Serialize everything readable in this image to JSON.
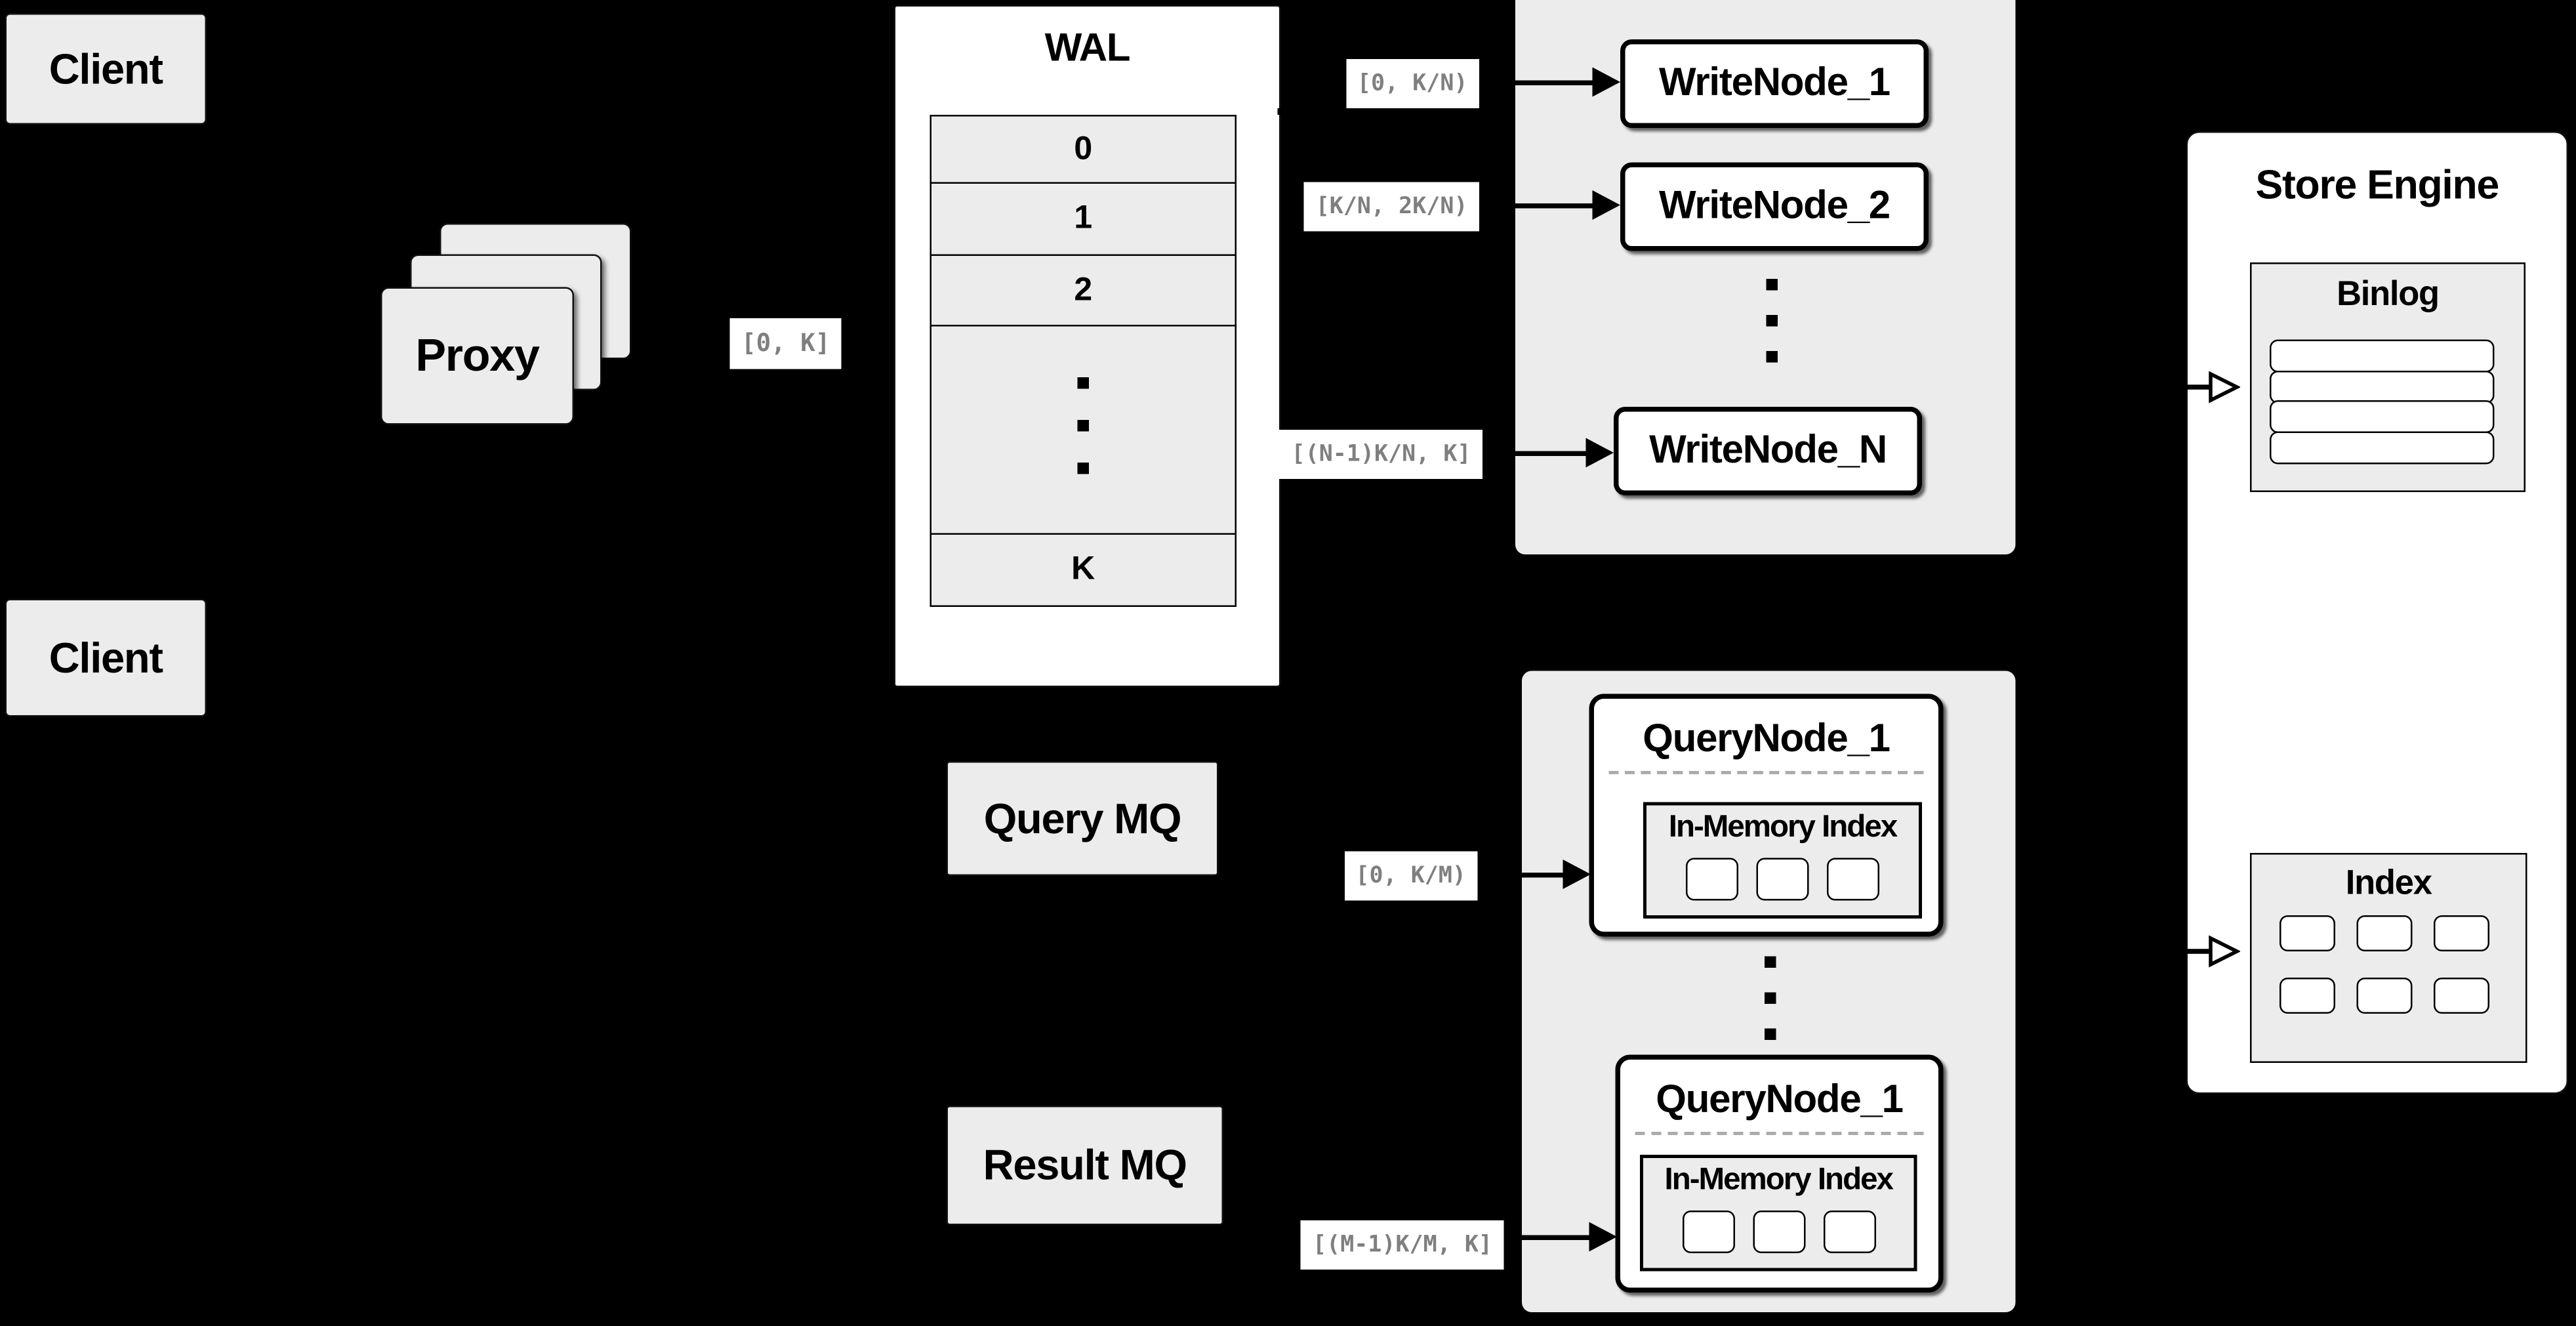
{
  "diagram": {
    "clients": {
      "top": "Client",
      "bottom": "Client"
    },
    "proxy": {
      "label": "Proxy"
    },
    "wal": {
      "title": "WAL",
      "rows": [
        "0",
        "1",
        "2"
      ],
      "last_row": "K"
    },
    "labels": {
      "proxy_to_wal": "[0, K]",
      "wal_to_write_1": "[0, K/N)",
      "wal_to_write_2": "[K/N, 2K/N)",
      "wal_to_write_n": "[(N-1)K/N, K]",
      "query_mq_to_node": "[0, K/M)",
      "result_mq_to_node": "[(M-1)K/M, K]"
    },
    "write_nodes": {
      "node1": "WriteNode_1",
      "node2": "WriteNode_2",
      "nodeN": "WriteNode_N"
    },
    "mq": {
      "query": "Query MQ",
      "result": "Result MQ"
    },
    "query_nodes": {
      "top": {
        "title": "QueryNode_1",
        "inner_title": "In-Memory Index"
      },
      "bottom": {
        "title": "QueryNode_1",
        "inner_title": "In-Memory Index"
      }
    },
    "store_engine": {
      "title": "Store Engine",
      "binlog_title": "Binlog",
      "index_title": "Index"
    },
    "colors": {
      "background": "#000000",
      "box_gray": "#ececec",
      "box_white": "#ffffff",
      "border": "#000000",
      "label_text": "#7f7f7f"
    }
  }
}
